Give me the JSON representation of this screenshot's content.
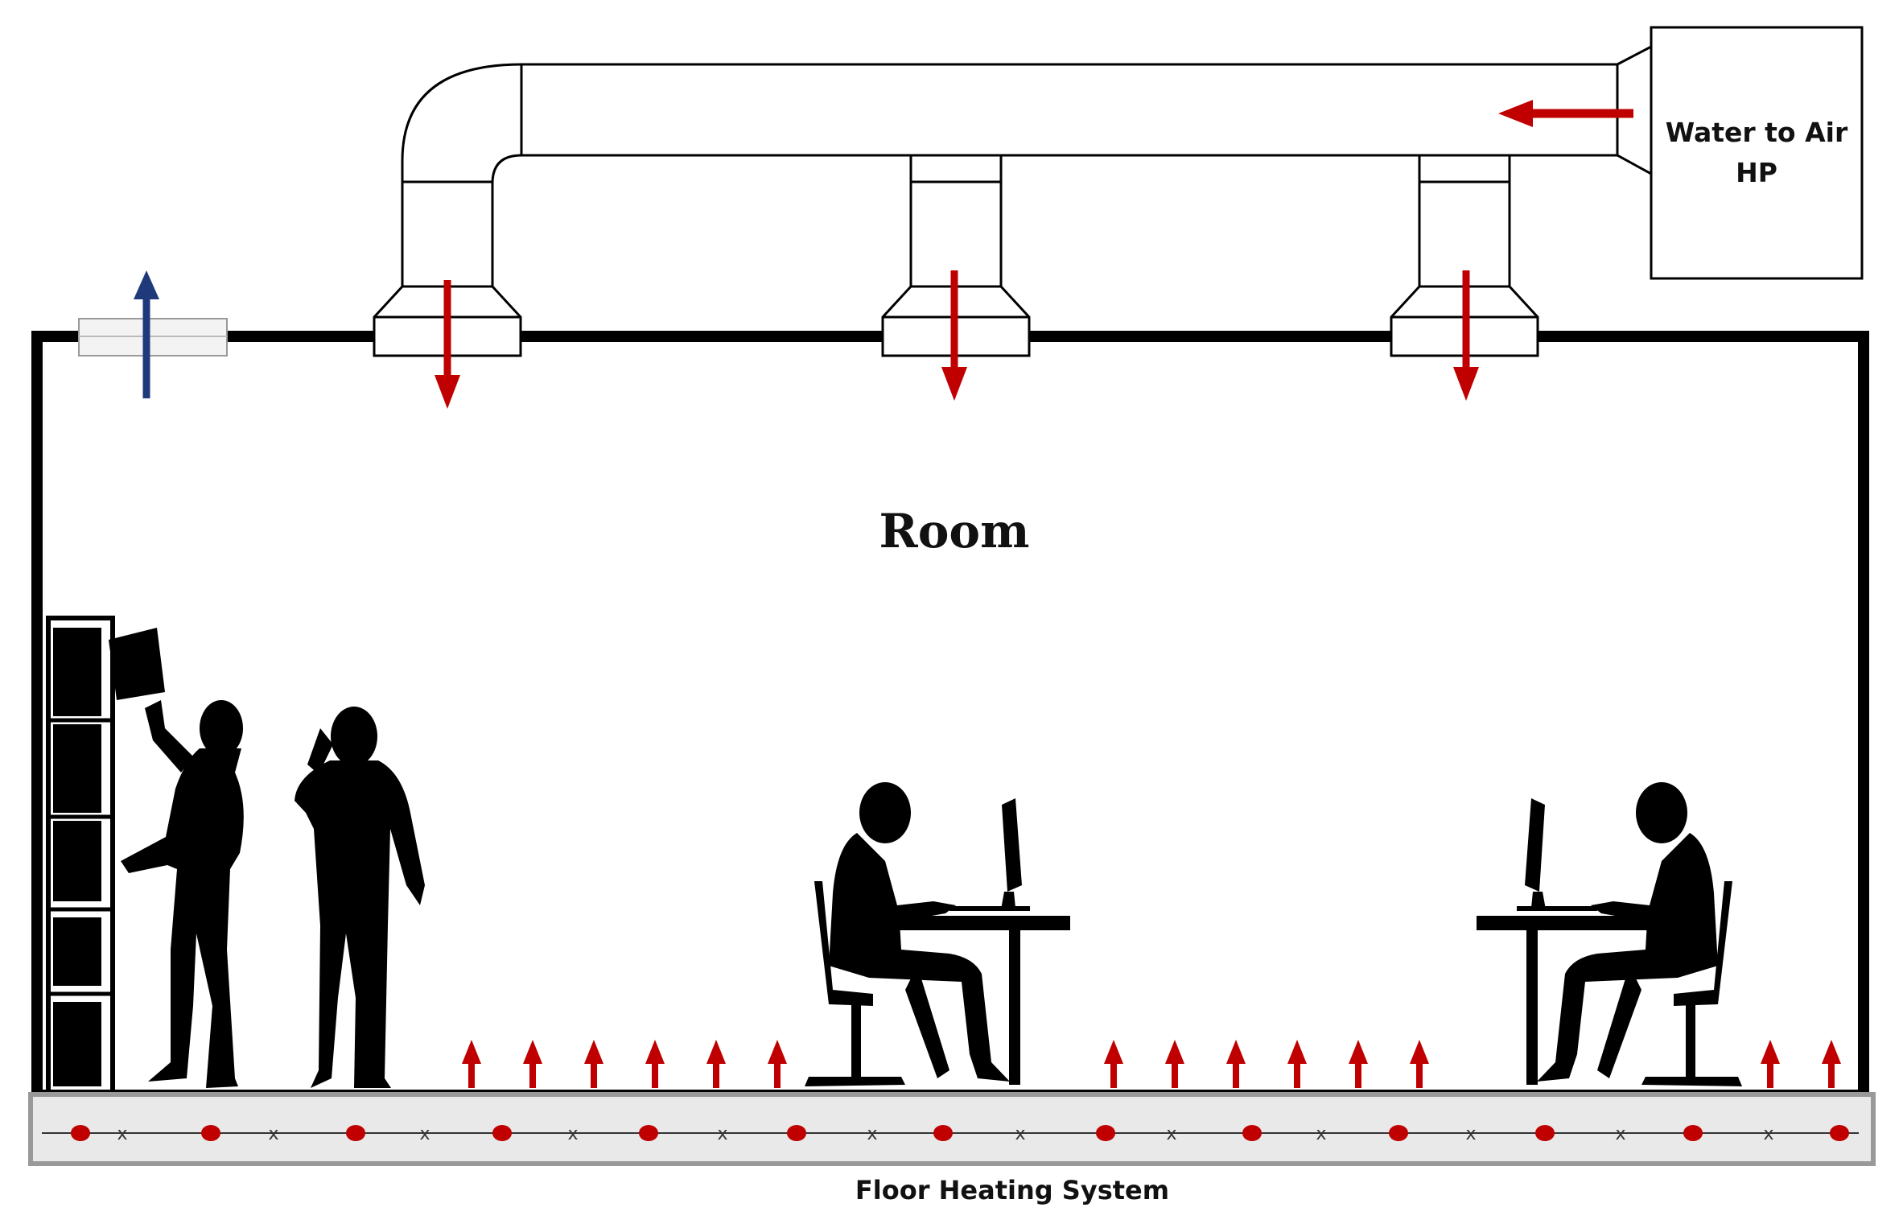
{
  "labels": {
    "hp_line1": "Water to Air",
    "hp_line2": "HP",
    "room": "Room",
    "floor": "Floor Heating System"
  },
  "colors": {
    "supply_arrow": "#c00000",
    "exhaust_arrow": "#1f3a7a",
    "wall": "#000000",
    "floor_slab": "#e9e9e9",
    "silhouette": "#000000"
  },
  "icons": {
    "person_reaching": "person-reaching-shelf-icon",
    "person_phone": "person-on-phone-icon",
    "worker_left": "seated-worker-icon",
    "worker_right": "seated-worker-icon",
    "shelf": "bookshelf-icon"
  },
  "floor_pipe": {
    "marker_dot": "●",
    "marker_x": "x"
  }
}
